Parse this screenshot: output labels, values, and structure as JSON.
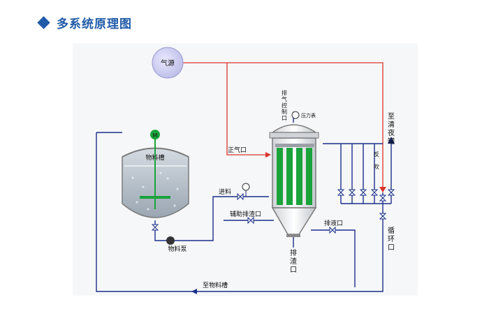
{
  "header": {
    "title": "多系统原理图"
  },
  "diagram": {
    "labels": {
      "gas_source": "气源",
      "tank": "物料槽",
      "motor": "M",
      "pump": "物料泵",
      "feed": "进料",
      "positive_gas": "正气口",
      "aux_drain": "辅助排渣口",
      "pressure_gauge": "压力表",
      "exhaust_control_1": "排",
      "exhaust_control_2": "气",
      "exhaust_control_3": "控",
      "exhaust_control_4": "制",
      "exhaust_control_5": "口",
      "slag_1": "排",
      "slag_2": "渣",
      "slag_3": "口",
      "drain": "排液口",
      "backflush_1": "反",
      "backflush_2": "吹",
      "clear_1": "至",
      "clear_2": "清",
      "clear_3": "夜",
      "clear_4": "罐",
      "loop_1": "循",
      "loop_2": "环",
      "loop_3": "口",
      "to_tank": "至物料槽"
    },
    "colors": {
      "pipe": "#1a2f8a",
      "gas_pipe": "#d9342b",
      "vessel": "#7a7a7a",
      "element": "#1aa33a",
      "liquid": "#b8c2cc",
      "gas_circle": "#ccccf0"
    }
  }
}
